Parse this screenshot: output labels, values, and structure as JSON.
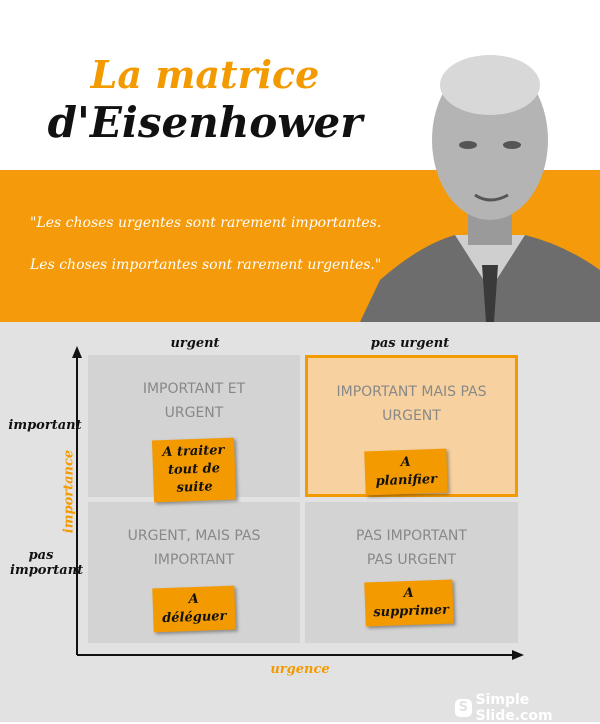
{
  "title": {
    "line1": "La matrice",
    "line2": "d'Eisenhower"
  },
  "quote": {
    "line1": "\"Les choses urgentes sont rarement importantes.",
    "line2": "Les choses importantes sont rarement urgentes.\""
  },
  "axes": {
    "x_label": "urgence",
    "y_label": "importance",
    "col_urgent": "urgent",
    "col_not_urgent": "pas urgent",
    "row_important": "important",
    "row_not_important": "pas important"
  },
  "quadrants": [
    {
      "title": "IMPORTANT ET URGENT",
      "action": "A traiter tout de suite",
      "highlighted": false
    },
    {
      "title": "IMPORTANT MAIS PAS URGENT",
      "action": "A planifier",
      "highlighted": true
    },
    {
      "title": "URGENT, MAIS PAS IMPORTANT",
      "action": "A déléguer",
      "highlighted": false
    },
    {
      "title": "PAS IMPORTANT PAS URGENT",
      "action": "A supprimer",
      "highlighted": false
    }
  ],
  "brand": {
    "logo_text": "Simple Slide.com"
  },
  "colors": {
    "accent": "#f39a00",
    "background": "#e2e2e2",
    "quadrant": "#d3d3d3"
  }
}
